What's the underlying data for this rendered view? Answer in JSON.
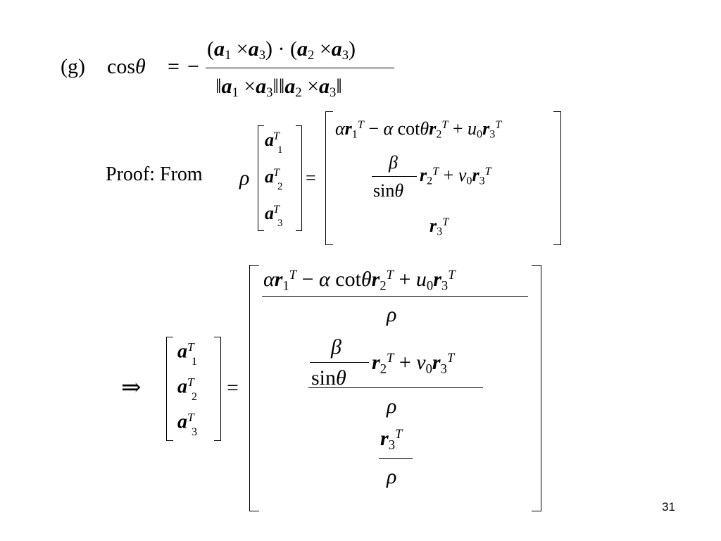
{
  "part_label": "(g)",
  "cos": "cos",
  "theta": "θ",
  "equals": "=",
  "minus": "−",
  "paren_open": "(",
  "paren_close": ")",
  "times": "×",
  "cdot": "·",
  "a": "a",
  "r": "r",
  "T": "T",
  "one": "1",
  "two": "2",
  "three": "3",
  "zero": "0",
  "alpha": "α",
  "beta": "β",
  "rho": "ρ",
  "cot": "cot",
  "sin": "sin",
  "plus": "+",
  "u": "u",
  "v": "v",
  "proof_text": "Proof:  From",
  "implies": "⇒",
  "norm": "‖",
  "page_number": "31"
}
